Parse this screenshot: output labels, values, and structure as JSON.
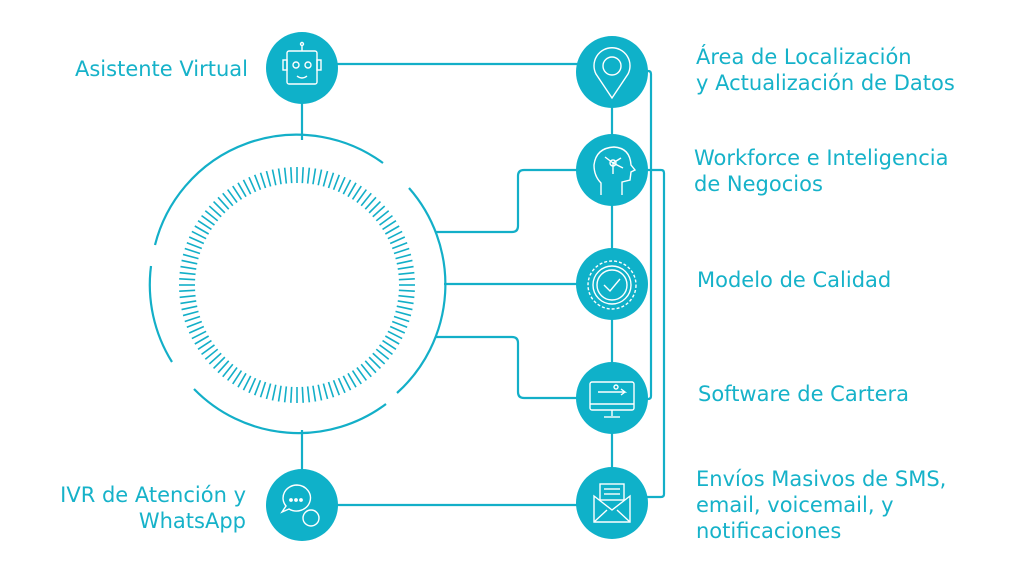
{
  "accent_color": "#0fb1c9",
  "left_items": [
    {
      "label": "Asistente Virtual",
      "icon": "robot-icon"
    },
    {
      "label_line1": "IVR de Atención y",
      "label_line2": "WhatsApp",
      "icon": "chat-bubbles-icon"
    }
  ],
  "right_items": [
    {
      "line1": "Área de Localización",
      "line2": "y Actualización de Datos",
      "icon": "location-pin-icon"
    },
    {
      "line1": "Workforce e Inteligencia",
      "line2": "de Negocios",
      "icon": "brain-network-icon"
    },
    {
      "line1": "Modelo de Calidad",
      "icon": "quality-badge-icon"
    },
    {
      "line1": "Software de Cartera",
      "icon": "monitor-usb-icon"
    },
    {
      "line1": "Envíos Masivos de SMS,",
      "line2": "email, voicemail, y",
      "line3": "notificaciones",
      "icon": "envelope-icon"
    }
  ]
}
